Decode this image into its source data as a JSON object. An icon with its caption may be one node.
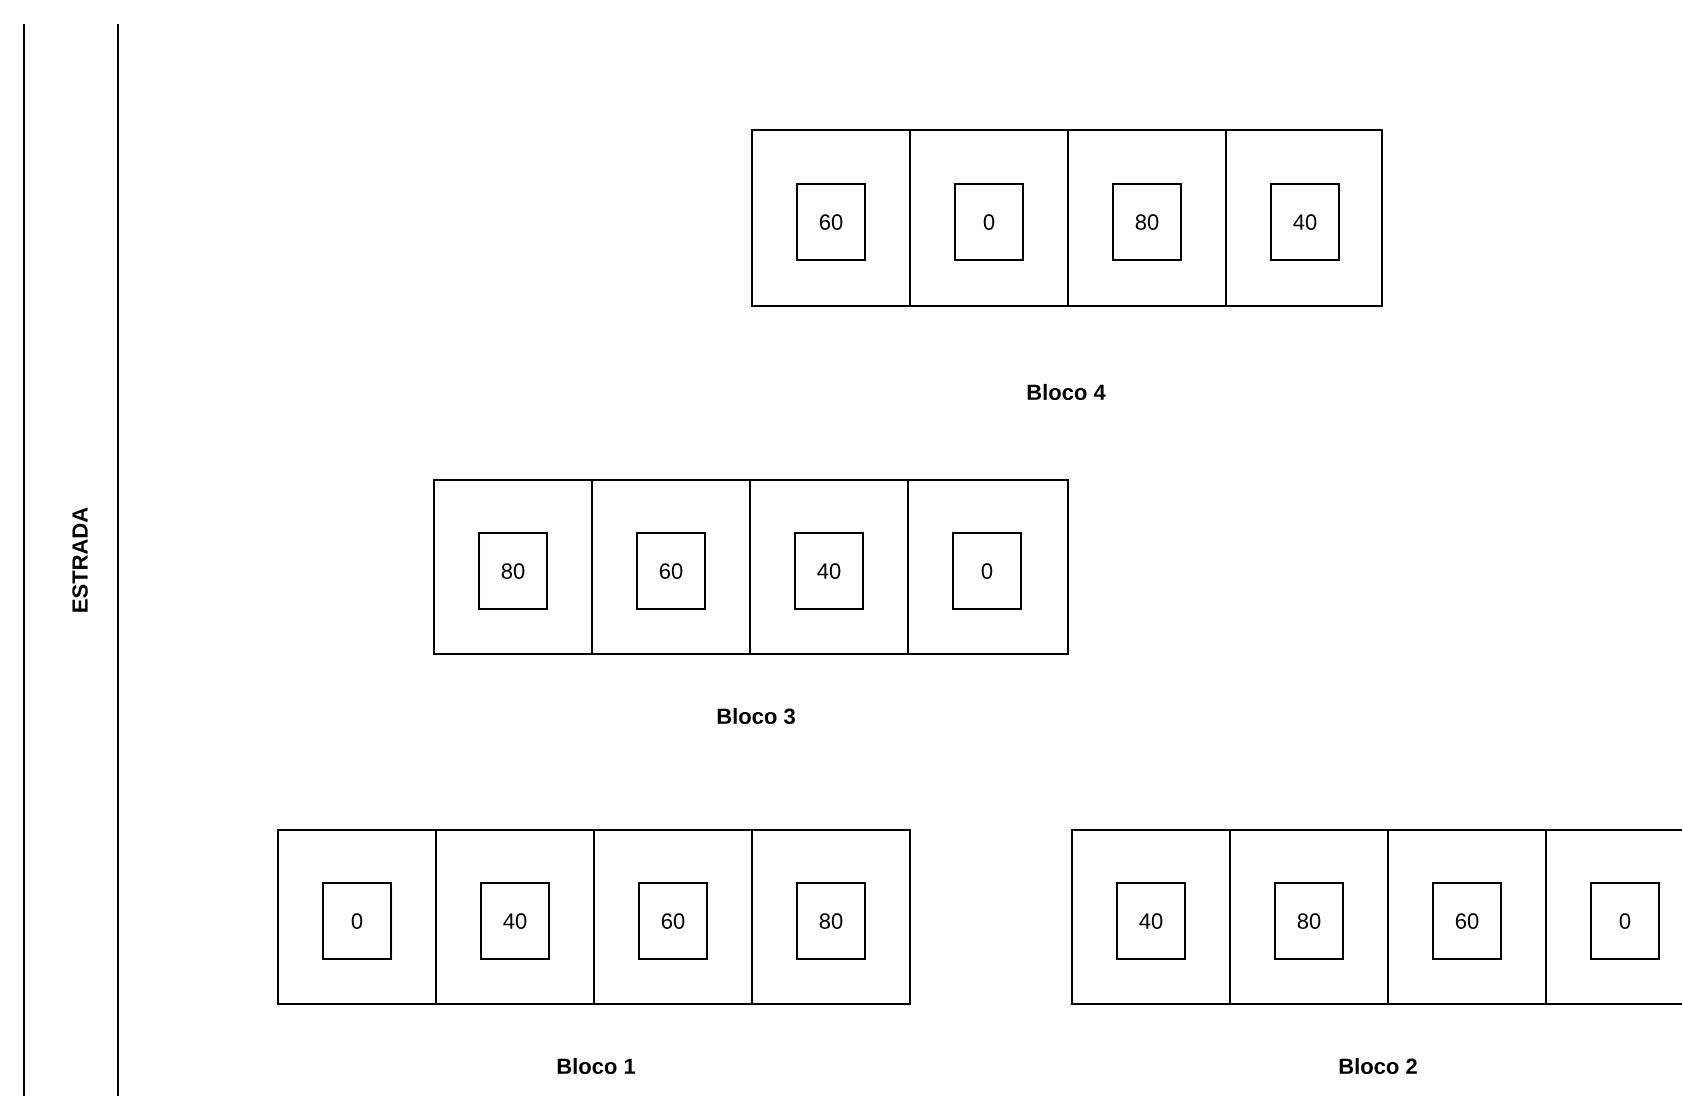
{
  "diagram": {
    "nodes": [
      {
        "text": [
          "Bloco 4"
        ]
      },
      {
        "text": [
          "60"
        ],
        "in": 0
      },
      {
        "text": [
          "0"
        ],
        "in": 0
      },
      {
        "text": [
          "80"
        ],
        "in": 0
      },
      {
        "text": [
          "40"
        ],
        "in": 0
      },
      {
        "text": [
          "Bloco 3"
        ]
      },
      {
        "text": [
          "80"
        ],
        "in": 5
      },
      {
        "text": [
          "60"
        ],
        "in": 5
      },
      {
        "text": [
          "40"
        ],
        "in": 5
      },
      {
        "text": [
          "0"
        ],
        "in": 5
      },
      {
        "text": [
          "Bloco 1"
        ]
      },
      {
        "text": [
          "0"
        ],
        "in": 10
      },
      {
        "text": [
          "40"
        ],
        "in": 10
      },
      {
        "text": [
          "60"
        ],
        "in": 10
      },
      {
        "text": [
          "80"
        ],
        "in": 10
      },
      {
        "text": [
          "Bloco 2"
        ]
      },
      {
        "text": [
          "40"
        ],
        "in": 15
      },
      {
        "text": [
          "80"
        ],
        "in": 15
      },
      {
        "text": [
          "60"
        ],
        "in": 15
      },
      {
        "text": [
          "0"
        ],
        "in": 15
      }
    ],
    "labels": [
      "ESTRADA"
    ]
  }
}
